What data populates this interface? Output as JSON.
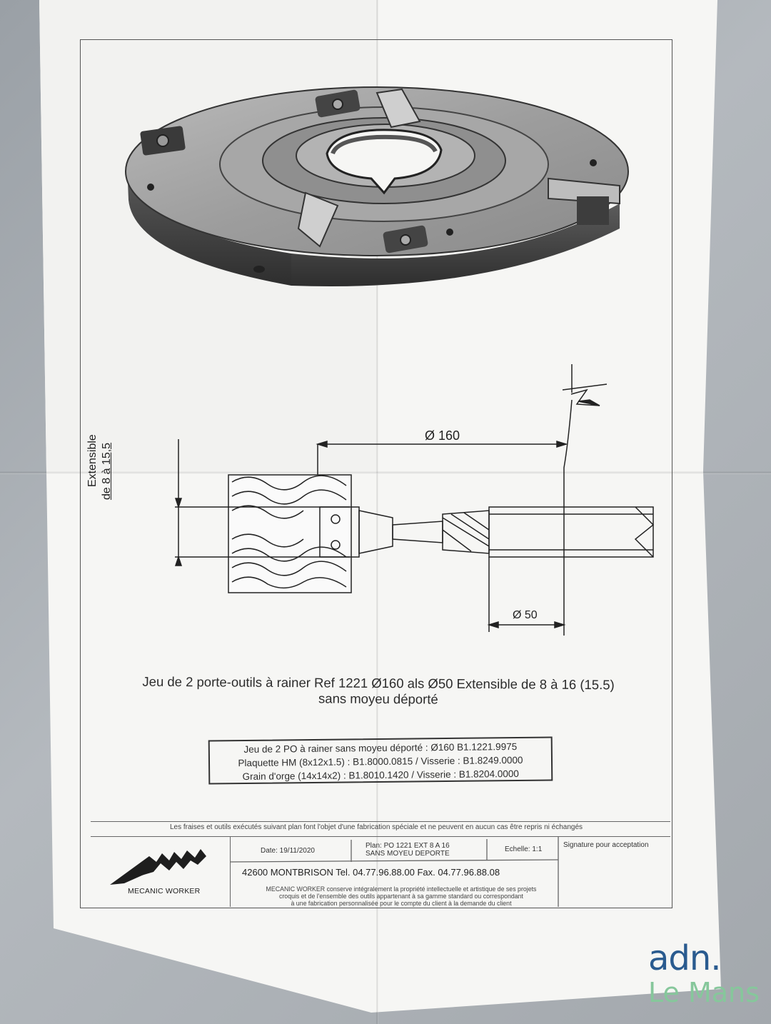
{
  "drawing": {
    "dimension_top": "Ø 160",
    "dimension_bottom": "Ø 50",
    "extensible_label_line1": "Extensible",
    "extensible_label_line2": "de 8 à 15,5"
  },
  "title": {
    "line1": "Jeu de 2 porte-outils à rainer Ref 1221 Ø160 als Ø50 Extensible de 8 à 16 (15.5)",
    "line2": "sans moyeu déporté"
  },
  "references": [
    "Jeu de 2 PO à rainer sans moyeu déporté : Ø160 B1.1221.9975",
    "Plaquette HM (8x12x1.5) : B1.8000.0815 / Visserie : B1.8249.0000",
    "Grain d'orge (14x14x2) : B1.8010.1420 / Visserie : B1.8204.0000"
  ],
  "cartouche": {
    "notice": "Les fraises et outils exécutés suivant plan font l'objet d'une fabrication spéciale et ne peuvent en aucun cas être repris ni échangés",
    "date": "Date: 19/11/2020",
    "plan_line1": "Plan: PO 1221 EXT 8 A 16",
    "plan_line2": "SANS MOYEU DEPORTE",
    "echelle": "Echelle: 1:1",
    "signature": "Signature pour acceptation",
    "address": "42600 MONTBRISON Tel. 04.77.96.88.00 Fax. 04.77.96.88.08",
    "rights_line1": "MECANIC WORKER conserve intégralement la propriété intellectuelle et artistique de ses projets",
    "rights_line2": "croquis et de l'ensemble des outils appartenant à sa gamme standard ou correspondant",
    "rights_line3": "à une fabrication personnalisée pour le compte du client à la demande du client",
    "company": "MECANIC WORKER"
  },
  "watermark": {
    "line1": "adn.",
    "line2": "Le Mans"
  }
}
